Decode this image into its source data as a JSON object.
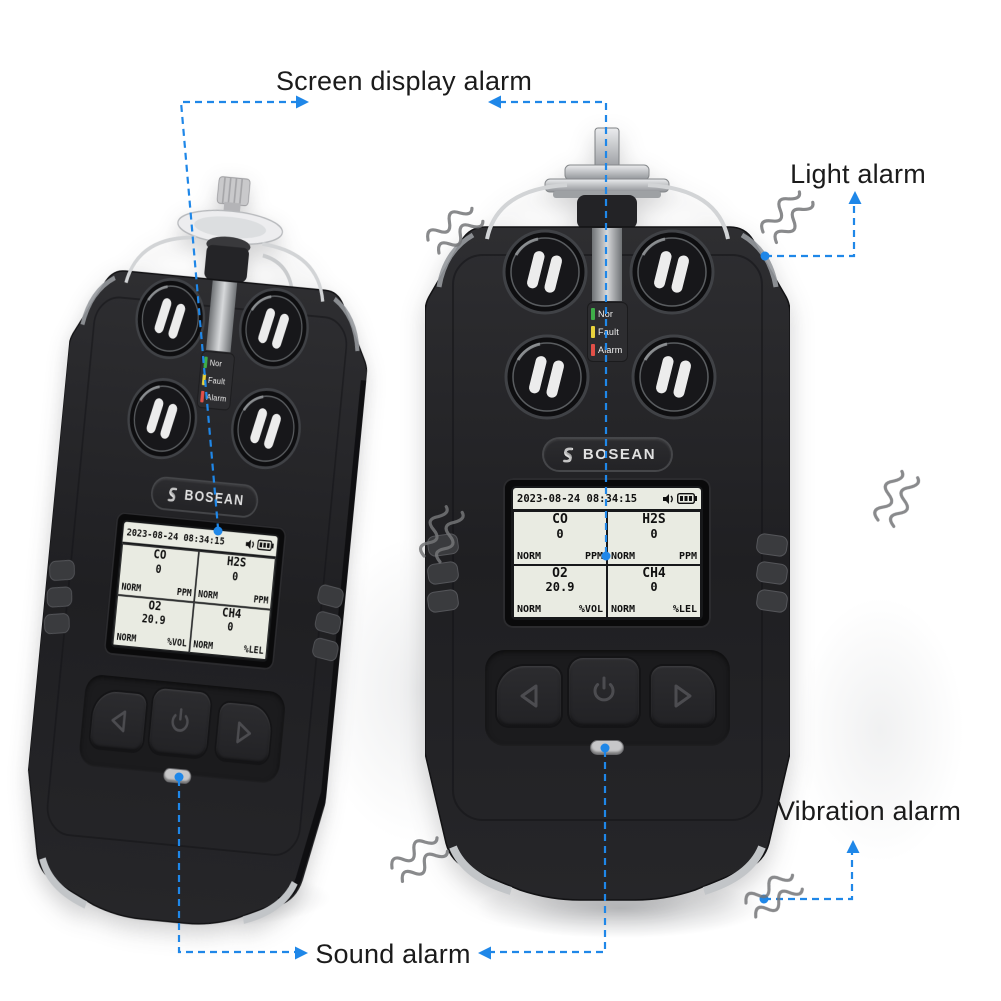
{
  "page": {
    "background": "#ffffff"
  },
  "annotations": {
    "line_color": "#1f87e8",
    "label_color": "#1b1b1b",
    "labels": {
      "screen_display": "Screen display alarm",
      "light": "Light alarm",
      "vibration": "Vibration alarm",
      "sound": "Sound alarm"
    }
  },
  "device": {
    "brand": "BOSEAN",
    "leds": [
      {
        "label": "Nor",
        "color": "#3fae49"
      },
      {
        "label": "Fault",
        "color": "#e8d23c"
      },
      {
        "label": "Alarm",
        "color": "#e25048"
      }
    ],
    "screen": {
      "datetime": "2023-08-24 08:34:15",
      "statusbar_icons": [
        "speaker-icon",
        "battery-icon"
      ],
      "cells": [
        {
          "gas": "CO",
          "value": "0",
          "status": "NORM",
          "unit": "PPM"
        },
        {
          "gas": "H2S",
          "value": "0",
          "status": "NORM",
          "unit": "PPM"
        },
        {
          "gas": "O2",
          "value": "20.9",
          "status": "NORM",
          "unit": "%VOL"
        },
        {
          "gas": "CH4",
          "value": "0",
          "status": "NORM",
          "unit": "%LEL"
        }
      ]
    },
    "buttons": [
      "previous",
      "power",
      "next"
    ]
  }
}
